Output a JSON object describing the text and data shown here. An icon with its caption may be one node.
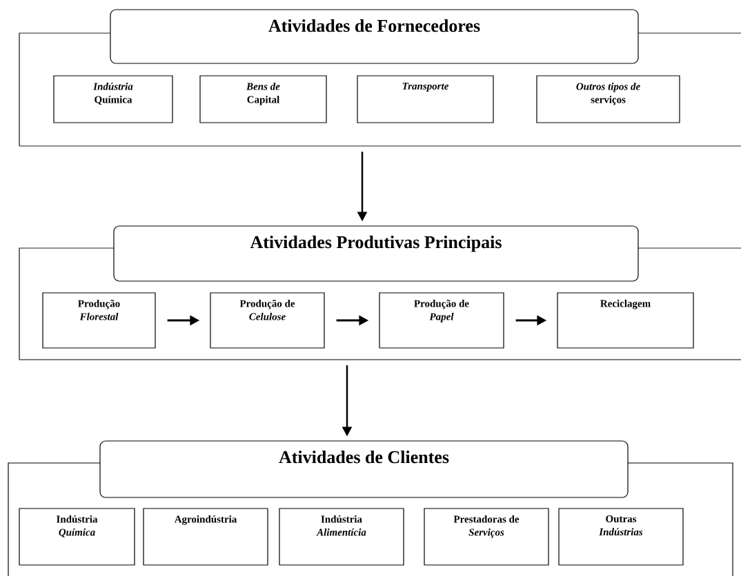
{
  "diagram": {
    "nodes": [
      {
        "text": [],
        "shape": "box"
      },
      {
        "text": [
          "Atividades de Fornecedores"
        ]
      },
      {
        "text": [
          "*Indústria* Química"
        ],
        "in": 0
      },
      {
        "text": [
          "*Bens de* Capital"
        ],
        "in": 0
      },
      {
        "text": [
          "Transporte"
        ],
        "in": 0
      },
      {
        "text": [
          "*Outros tipos de* serviços"
        ],
        "in": 0
      },
      {
        "text": [],
        "shape": "box"
      },
      {
        "text": [
          "Atividades Produtivas Principais"
        ]
      },
      {
        "text": [
          "Produção *Florestal*"
        ],
        "in": 6
      },
      {
        "text": [
          "Produção de *Celulose*"
        ],
        "in": 6
      },
      {
        "text": [
          "Produção de *Papel*"
        ],
        "in": 6
      },
      {
        "text": [
          "Reciclagem"
        ],
        "in": 6
      },
      {
        "text": [],
        "shape": "box"
      },
      {
        "text": [
          "Atividades de Clientes"
        ]
      },
      {
        "text": [
          "Indústria *Química*"
        ],
        "in": 12
      },
      {
        "text": [
          "Agroindústria"
        ],
        "in": 12
      },
      {
        "text": [
          "Indústria *Alimentícia*"
        ],
        "in": 12
      },
      {
        "text": [
          "Prestadoras de *Serviços*"
        ],
        "in": 12
      },
      {
        "text": [
          "Outras *Indústrias*"
        ],
        "in": 12
      }
    ],
    "edges": [
      {
        "from": 0,
        "to": 7,
        "arrow": "to"
      },
      {
        "from": 6,
        "to": 13,
        "arrow": "to"
      },
      {
        "from": 8,
        "to": 9,
        "arrow": "to"
      },
      {
        "from": 9,
        "to": 10,
        "arrow": "to"
      },
      {
        "from": 10,
        "to": 11,
        "arrow": "to"
      }
    ]
  }
}
